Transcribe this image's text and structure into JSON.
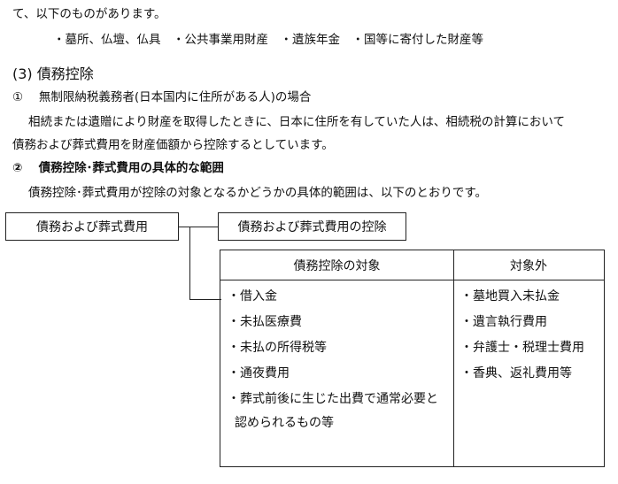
{
  "intro": {
    "line1": "て、以下のものがあります。",
    "line2": "・墓所、仏壇、仏具　・公共事業用財産　・遺族年金　・国等に寄付した財産等"
  },
  "section3": {
    "heading": "(3)  債務控除",
    "sub1": {
      "title": "①　 無制限納税義務者(日本国内に住所がある人)の場合",
      "para_line1": "相続または遺贈により財産を取得したときに、日本に住所を有していた人は、相続税の計算において",
      "para_line2": "債務および葬式費用を財産価額から控除するとしています。"
    },
    "sub2": {
      "title": "②　 債務控除･葬式費用の具体的な範囲",
      "para": "債務控除･葬式費用が控除の対象となるかどうかの具体的範囲は、以下のとおりです。"
    }
  },
  "diagram": {
    "box1": "債務および葬式費用",
    "box2": "債務および葬式費用の控除",
    "table": {
      "header_left": "債務控除の対象",
      "header_right": "対象外",
      "left_items": [
        "・借入金",
        "・未払医療費",
        "・未払の所得税等",
        "・通夜費用",
        "・葬式前後に生じた出費で通常必要と",
        "認められるもの等"
      ],
      "right_items": [
        "・墓地買入未払金",
        "・遺言執行費用",
        "・弁護士・税理士費用",
        "・香典、返礼費用等"
      ]
    }
  }
}
